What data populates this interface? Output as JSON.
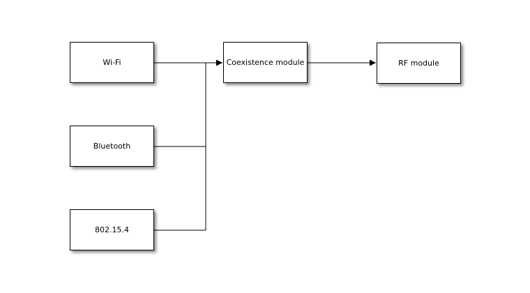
{
  "diagram": {
    "nodes": {
      "wifi": {
        "label": "Wi-Fi"
      },
      "bluetooth": {
        "label": "Bluetooth"
      },
      "zigbee": {
        "label": "802.15.4"
      },
      "coexistence": {
        "label": "Coexistence module"
      },
      "rf": {
        "label": "RF module"
      }
    },
    "edges": [
      {
        "from": "Wi-Fi",
        "to": "Coexistence module",
        "arrow": true
      },
      {
        "from": "Bluetooth",
        "to": "Coexistence module",
        "arrow": true
      },
      {
        "from": "802.15.4",
        "to": "Coexistence module",
        "arrow": true
      },
      {
        "from": "Coexistence module",
        "to": "RF module",
        "arrow": true
      }
    ],
    "colors": {
      "background": "#ffffff",
      "node_fill": "#ffffff",
      "node_border": "#000000",
      "line": "#000000",
      "text": "#000000",
      "shadow": "rgba(0,0,0,0.45)"
    }
  }
}
